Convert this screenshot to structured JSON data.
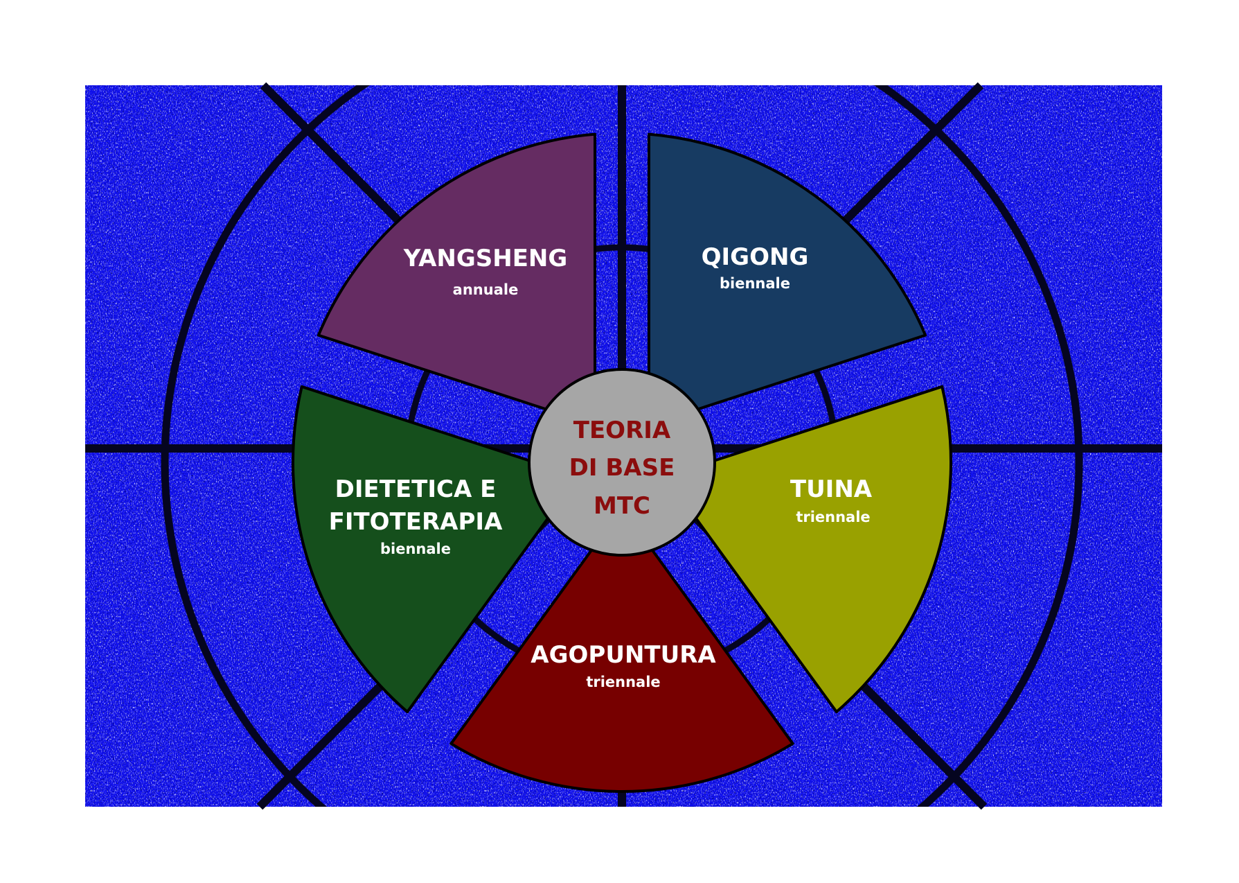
{
  "center": {
    "lines": [
      "TEORIA",
      "DI BASE",
      "MTC"
    ],
    "fill": "#a6a6a6",
    "text_color": "#8b0d0d"
  },
  "sectors": [
    {
      "title": "QIGONG",
      "subtitle": "biennale",
      "color": "#173b62"
    },
    {
      "title": "TUINA",
      "subtitle": "triennale",
      "color": "#99a100"
    },
    {
      "title": "AGOPUNTURA",
      "subtitle": "triennale",
      "color": "#770000"
    },
    {
      "title_lines": [
        "DIETETICA E",
        "FITOTERAPIA"
      ],
      "subtitle": "biennale",
      "color": "#154f1c"
    },
    {
      "title": "YANGSHENG",
      "subtitle": "annuale",
      "color": "#652c62"
    }
  ],
  "background": {
    "color": "#1010ee"
  }
}
